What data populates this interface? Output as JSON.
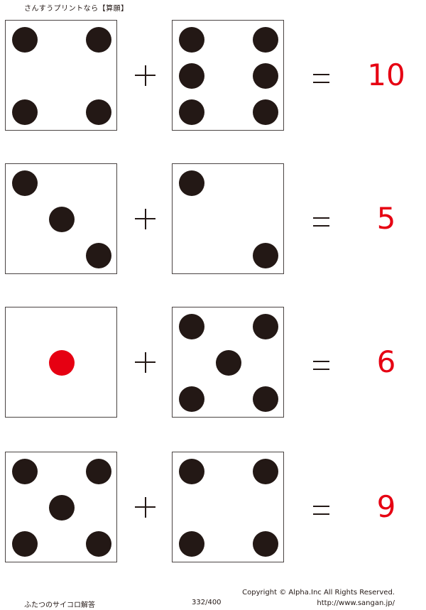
{
  "header": {
    "title": "さんすうプリントなら【算願】"
  },
  "colors": {
    "pip": "#231815",
    "highlight_pip": "#e60012",
    "answer": "#e60012",
    "border": "#4a4443"
  },
  "problems": [
    {
      "left_die": 4,
      "right_die": 6,
      "operator": "+",
      "equals": "=",
      "answer": "10"
    },
    {
      "left_die": 3,
      "right_die": 2,
      "operator": "+",
      "equals": "=",
      "answer": "5"
    },
    {
      "left_die": 1,
      "right_die": 5,
      "operator": "+",
      "equals": "=",
      "answer": "6"
    },
    {
      "left_die": 5,
      "right_die": 4,
      "operator": "+",
      "equals": "=",
      "answer": "9"
    }
  ],
  "footer": {
    "title": "ふたつのサイコロ解答",
    "page": "332/400",
    "copyright": "Copyright ©  Alpha.Inc All Rights Reserved.",
    "url": "http://www.sangan.jp/"
  }
}
